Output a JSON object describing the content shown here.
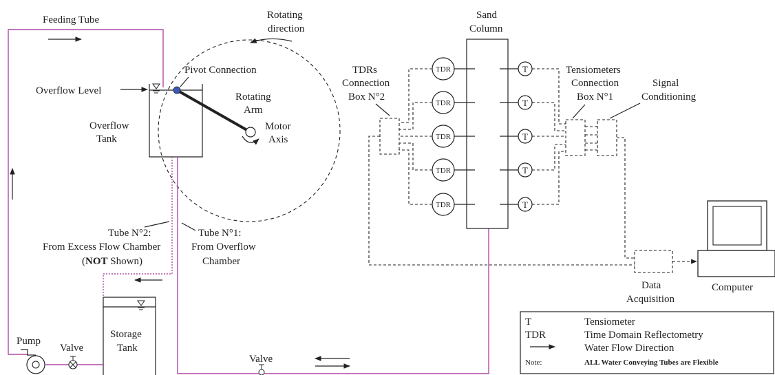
{
  "labels": {
    "feeding_tube": "Feeding Tube",
    "rotating_direction_1": "Rotating",
    "rotating_direction_2": "direction",
    "pivot_connection": "Pivot Connection",
    "overflow_level": "Overflow Level",
    "rotating_arm_1": "Rotating",
    "rotating_arm_2": "Arm",
    "overflow_tank_1": "Overflow",
    "overflow_tank_2": "Tank",
    "motor_axis_1": "Motor",
    "motor_axis_2": "Axis",
    "tube2_1": "Tube N°2:",
    "tube2_2": "From Excess Flow Chamber",
    "tube2_3_open": "(",
    "tube2_3_bold": "NOT",
    "tube2_3_rest": " Shown)",
    "tube1_1": "Tube N°1:",
    "tube1_2": "From Overflow",
    "tube1_3": "Chamber",
    "storage_tank_1": "Storage",
    "storage_tank_2": "Tank",
    "pump": "Pump",
    "valve_left": "Valve",
    "valve_bottom": "Valve",
    "sand_column_1": "Sand",
    "sand_column_2": "Column",
    "tdr_box_1": "TDRs",
    "tdr_box_2": "Connection",
    "tdr_box_3": "Box N°2",
    "tens_box_1": "Tensiometers",
    "tens_box_2": "Connection",
    "tens_box_3": "Box N°1",
    "signal_1": "Signal",
    "signal_2": "Conditioning",
    "data_acq_1": "Data",
    "data_acq_2": "Acquisition",
    "computer": "Computer"
  },
  "sensors": {
    "tdr": [
      "TDR",
      "TDR",
      "TDR",
      "TDR",
      "TDR"
    ],
    "tensiometer": [
      "T",
      "T",
      "T",
      "T",
      "T"
    ]
  },
  "legend": {
    "row1_sym": "T",
    "row1_text": "Tensiometer",
    "row2_sym": "TDR",
    "row2_text": "Time Domain Reflectometry",
    "row3_text": "Water Flow Direction",
    "note_label": "Note:",
    "note_text": "ALL Water Conveying Tubes are Flexible"
  }
}
